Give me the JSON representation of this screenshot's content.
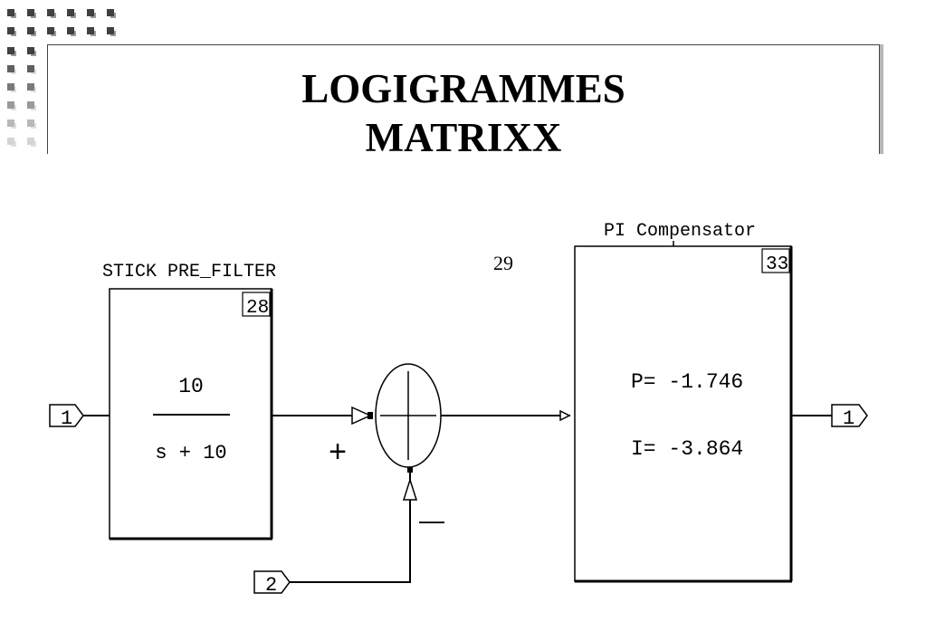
{
  "slide": {
    "title_line1": "LOGIGRAMMES",
    "title_line2": "MATRIXX"
  },
  "diagram": {
    "prefilter": {
      "label": "STICK PRE_FILTER",
      "block_id": "28",
      "numerator": "10",
      "denominator": "s + 10"
    },
    "summing_junction": {
      "block_id": "29",
      "plus_sign": "+",
      "minus_sign": "—"
    },
    "compensator": {
      "label": "PI Compensator",
      "block_id": "33",
      "p_gain": "P= -1.746",
      "i_gain": "I= -3.864"
    },
    "input_port_1": "1",
    "input_port_2": "2",
    "output_port_1": "1"
  }
}
